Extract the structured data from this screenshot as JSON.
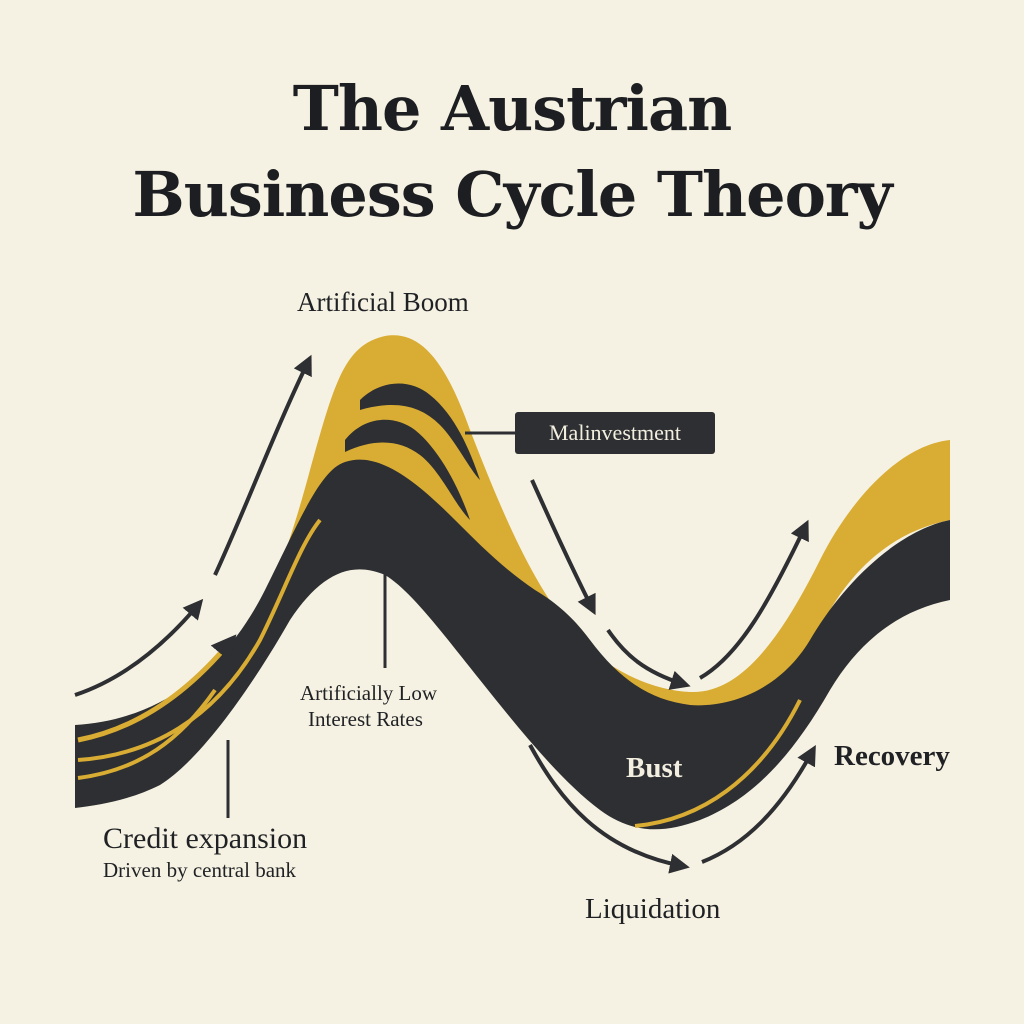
{
  "title": {
    "line1": "The Austrian",
    "line2": "Business Cycle Theory"
  },
  "labels": {
    "boom": "Artificial Boom",
    "malinvestment": "Malinvestment",
    "rates_line1": "Artificially Low",
    "rates_line2": "Interest Rates",
    "bust": "Bust",
    "recovery": "Recovery",
    "credit": "Credit expansion",
    "driven": "Driven by central bank",
    "liquidation": "Liquidation"
  },
  "colors": {
    "background": "#f6f2e3",
    "gold": "#d9ac33",
    "charcoal": "#2d2f32",
    "ink": "#1f2124"
  }
}
